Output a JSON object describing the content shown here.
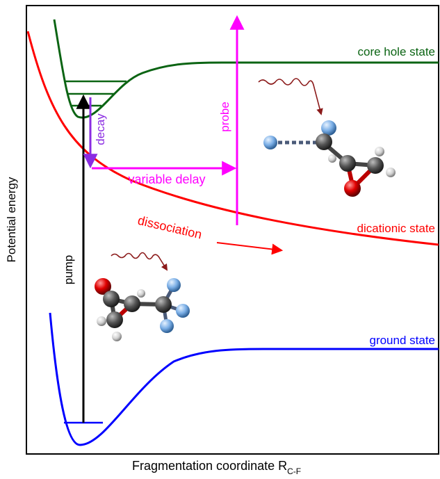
{
  "axes": {
    "xlabel": "Fragmentation coordinate R",
    "xlabel_subscript": "C-F",
    "ylabel": "Potential energy"
  },
  "states": {
    "core_hole": "core hole state",
    "dicationic": "dicationic state",
    "ground": "ground state"
  },
  "arrows": {
    "pump": "pump",
    "decay": "decay",
    "variable_delay": "variable delay",
    "probe": "probe",
    "dissociation": "dissociation"
  },
  "colors": {
    "core_hole": "#0b6413",
    "dicationic": "#ff0000",
    "ground": "#0000ff",
    "probe": "#ff00ff",
    "decay": "#8a2be2",
    "pump": "#000000",
    "photon": "#8b1a1a"
  }
}
